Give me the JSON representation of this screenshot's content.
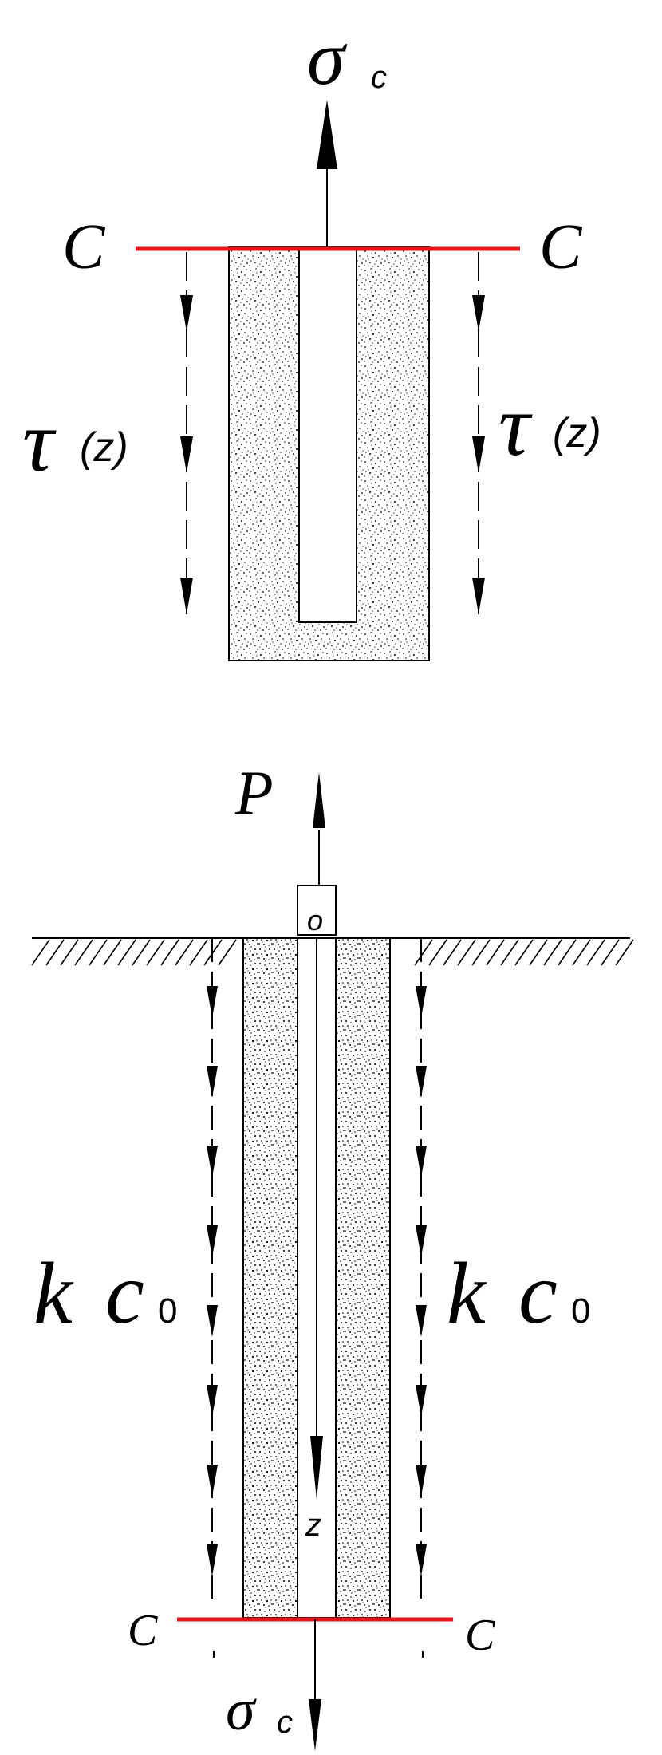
{
  "top_diagram": {
    "force_label": "σ",
    "force_sub": "c",
    "section_left": "C",
    "section_right": "C",
    "shear_left_symbol": "τ",
    "shear_left_arg": "(z)",
    "shear_right_symbol": "τ",
    "shear_right_arg": "(z)"
  },
  "bottom_diagram": {
    "load_label": "P",
    "origin_label": "o",
    "axis_label": "z",
    "resist_left_k": "k",
    "resist_left_c": "c",
    "resist_left_sub": "0",
    "resist_right_k": "k",
    "resist_right_c": "c",
    "resist_right_sub": "0",
    "section_left": "C",
    "section_right": "C",
    "force_label": "σ",
    "force_sub": "c"
  },
  "colors": {
    "section_line": "#e8141b",
    "ink": "#000000"
  }
}
